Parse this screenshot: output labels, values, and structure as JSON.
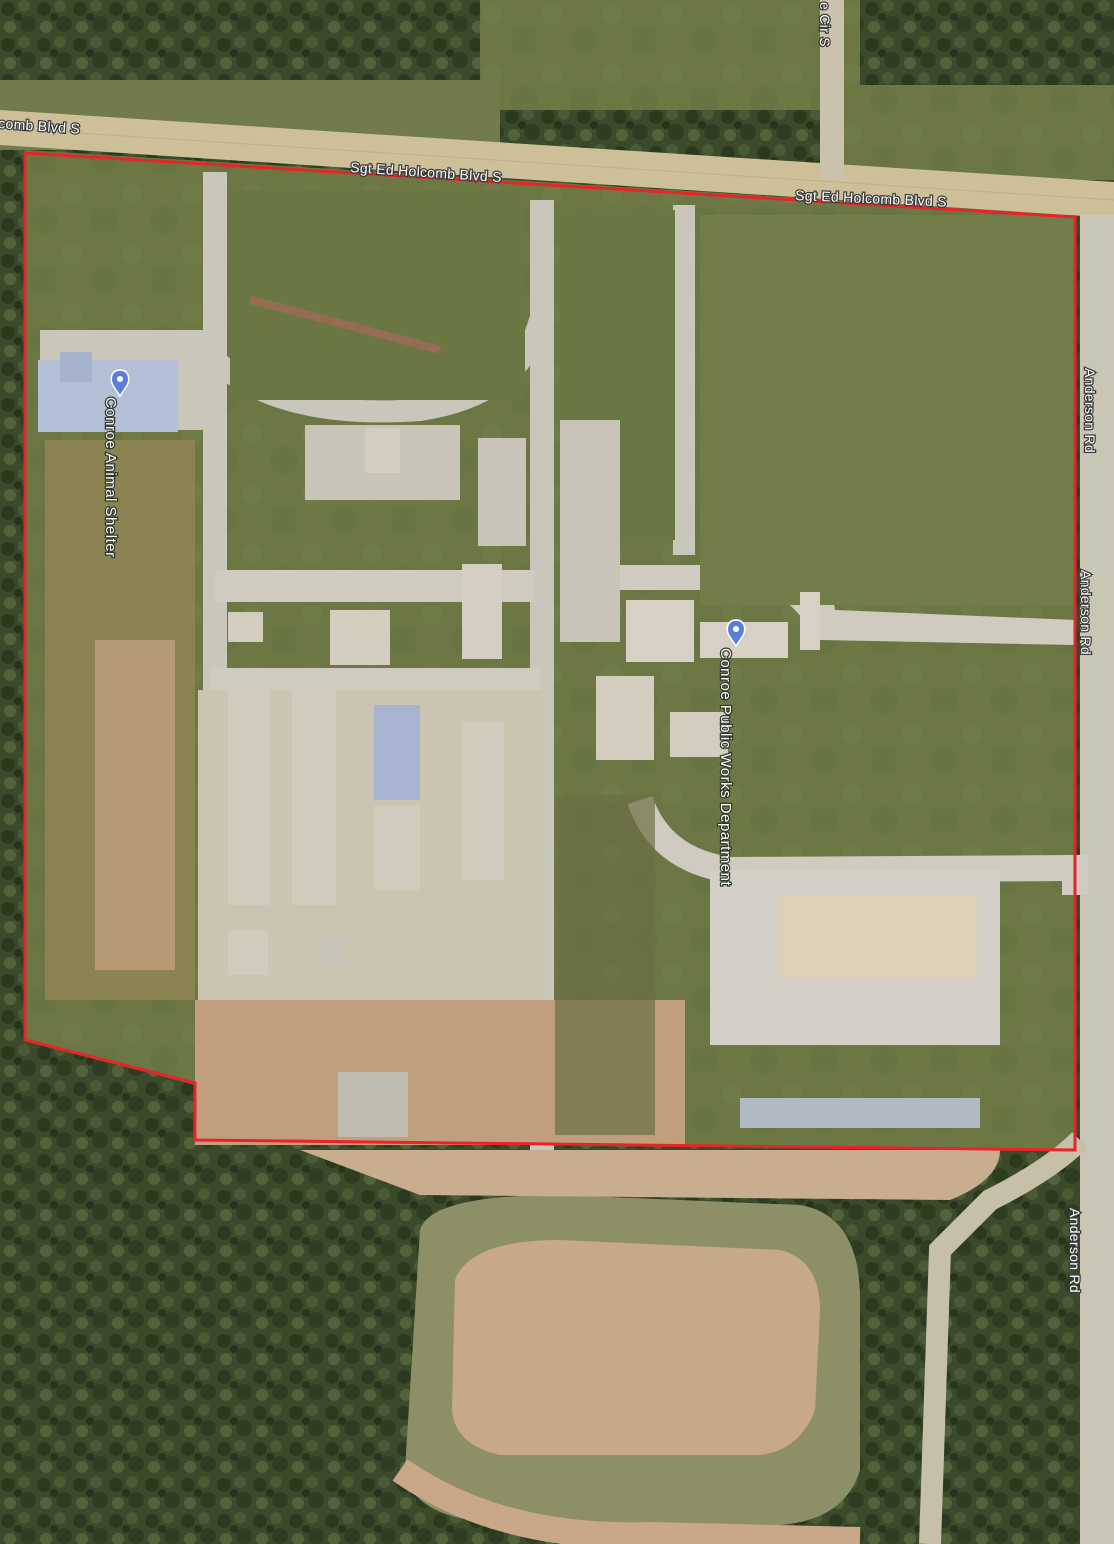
{
  "roads": {
    "main_road_left": "comb Blvd S",
    "main_road_center": "Sgt Ed Holcomb Blvd S",
    "main_road_right": "Sgt Ed Holcomb Blvd S",
    "cross_road_top": "e Cir S",
    "side_road_1": "Anderson Rd",
    "side_road_2": "Anderson Rd",
    "side_road_3": "Anderson Rd"
  },
  "places": {
    "animal_shelter": "Conroe Animal Shelter",
    "public_works": "Conroe Public Works Department"
  },
  "icons": {
    "place_marker": "map-pin-icon"
  },
  "colors": {
    "boundary": "#e8232a",
    "forest": "#3b4a2c",
    "grass": "#6f7a47",
    "road": "#c8bc98",
    "pavement": "#cfcbc0",
    "dirt": "#c9a27c",
    "roof": "#d2cdbf",
    "blue_roof": "#9aa9c6"
  }
}
